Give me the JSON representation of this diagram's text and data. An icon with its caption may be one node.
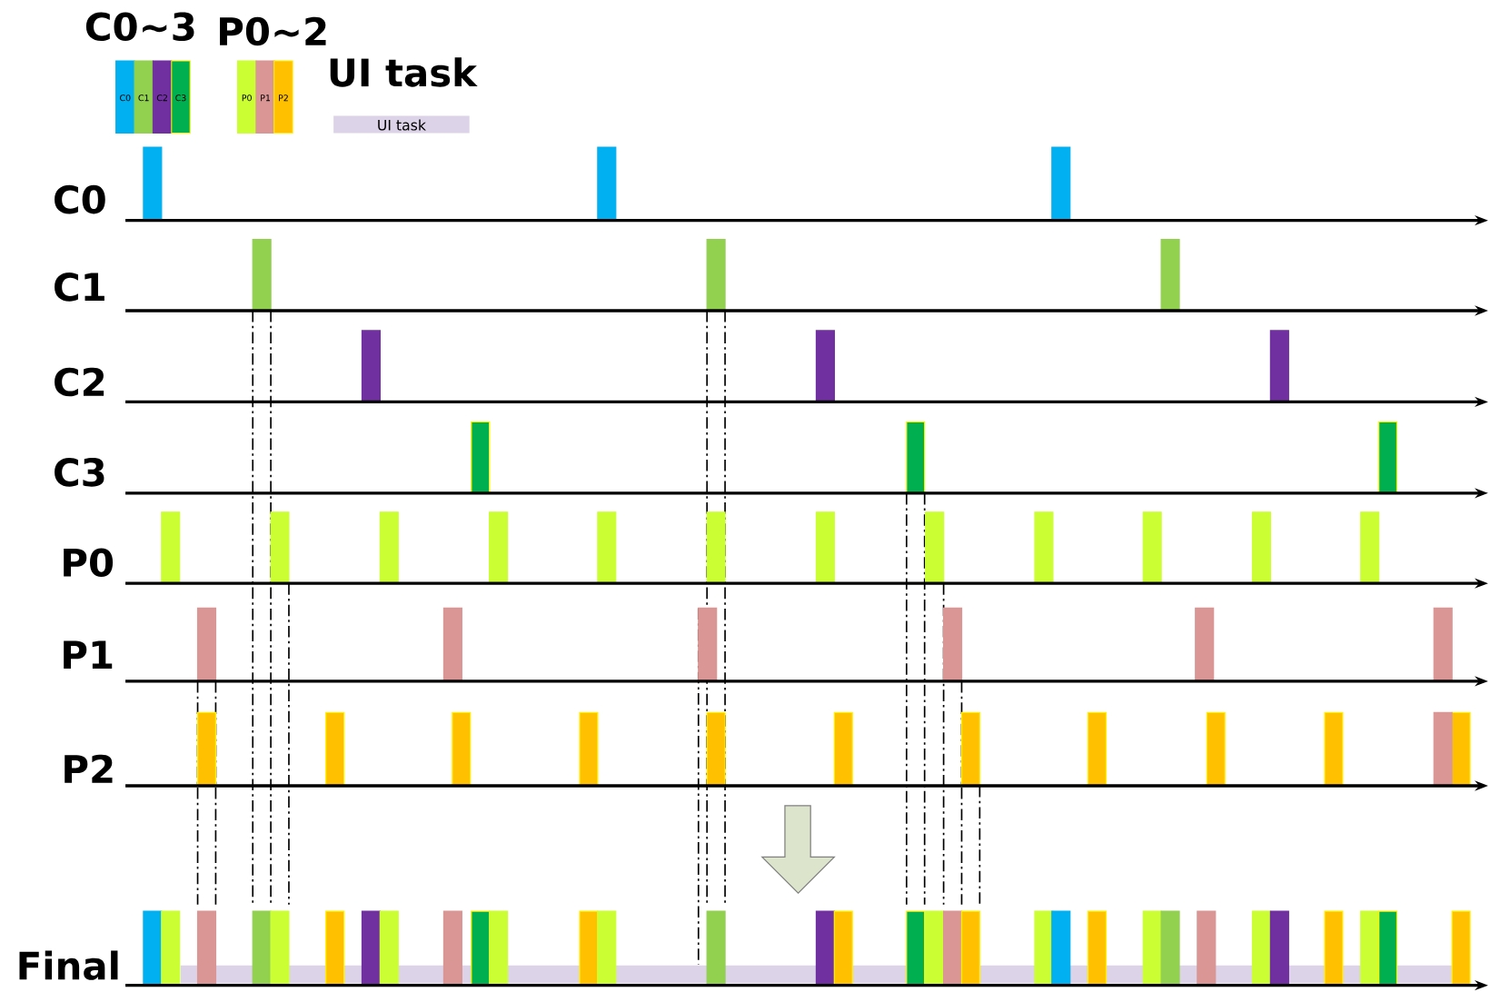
{
  "diagram": {
    "labels": [
      "C0~3",
      "P0~2",
      "UI task",
      "C0",
      "C1",
      "C2",
      "C3",
      "P0",
      "P1",
      "P2",
      "Final"
    ],
    "legend": [
      {
        "text": "C0",
        "color": "#00b0f0"
      },
      {
        "text": "C1",
        "color": "#92d050"
      },
      {
        "text": "C2",
        "color": "#7030a0"
      },
      {
        "text": "C3",
        "color": "#00b050"
      },
      {
        "text": "P0",
        "color": "#ccff33"
      },
      {
        "text": "P1",
        "color": "#d99694"
      },
      {
        "text": "P2",
        "color": "#ffc000"
      },
      {
        "text": "UI task",
        "color": "#dcd3e8"
      }
    ]
  }
}
